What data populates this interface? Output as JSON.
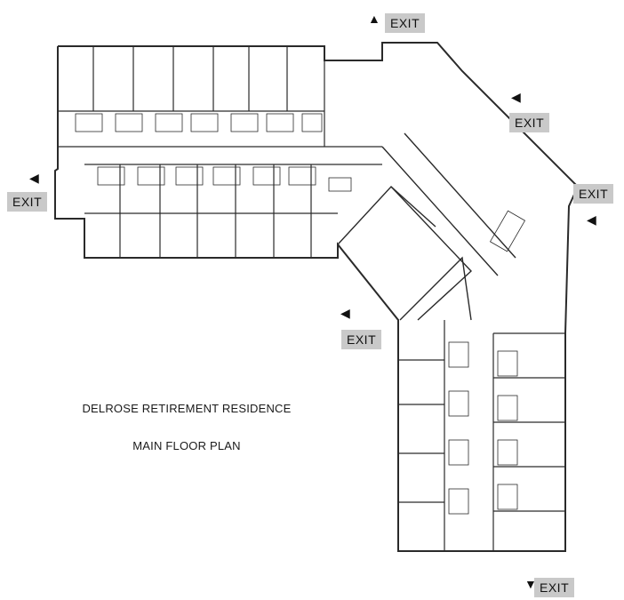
{
  "title": "DELROSE RETIREMENT RESIDENCE",
  "subtitle": "MAIN FLOOR PLAN",
  "exits": [
    {
      "id": "exit-top",
      "label": "EXIT"
    },
    {
      "id": "exit-upper-right",
      "label": "EXIT"
    },
    {
      "id": "exit-right",
      "label": "EXIT"
    },
    {
      "id": "exit-left",
      "label": "EXIT"
    },
    {
      "id": "exit-middle",
      "label": "EXIT"
    },
    {
      "id": "exit-bottom",
      "label": "EXIT"
    }
  ],
  "colors": {
    "line": "#2a2a2a",
    "exit_background": "#c9c9c9",
    "background": "#ffffff"
  },
  "icons": [
    "arrow-icon"
  ]
}
